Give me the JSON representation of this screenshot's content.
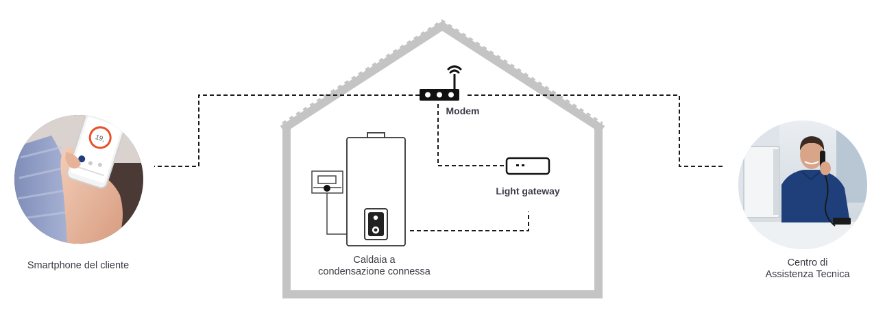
{
  "labels": {
    "modem": "Modem",
    "light_gateway": "Light gateway",
    "boiler_line1": "Caldaia a",
    "boiler_line2": "condensazione connessa",
    "smartphone": "Smartphone del cliente",
    "assistance_line1": "Centro di",
    "assistance_line2": "Assistenza Tecnica"
  },
  "phone_screen": {
    "temperature": "19,"
  },
  "colors": {
    "house_outline": "#c4c4c4",
    "connection_line": "#1a1a1a",
    "device_stroke": "#111111",
    "boiler_panel": "#222222",
    "label_text": "#3a3a44",
    "phone_accent": "#e8502a",
    "technician_shirt": "#1f3f7a"
  },
  "icons": {
    "modem": "wifi-router-icon",
    "gateway": "gateway-box-icon",
    "boiler": "boiler-icon",
    "thermostat": "thermostat-icon",
    "smartphone_photo": "hand-holding-phone",
    "technician_photo": "technician-on-phone"
  }
}
